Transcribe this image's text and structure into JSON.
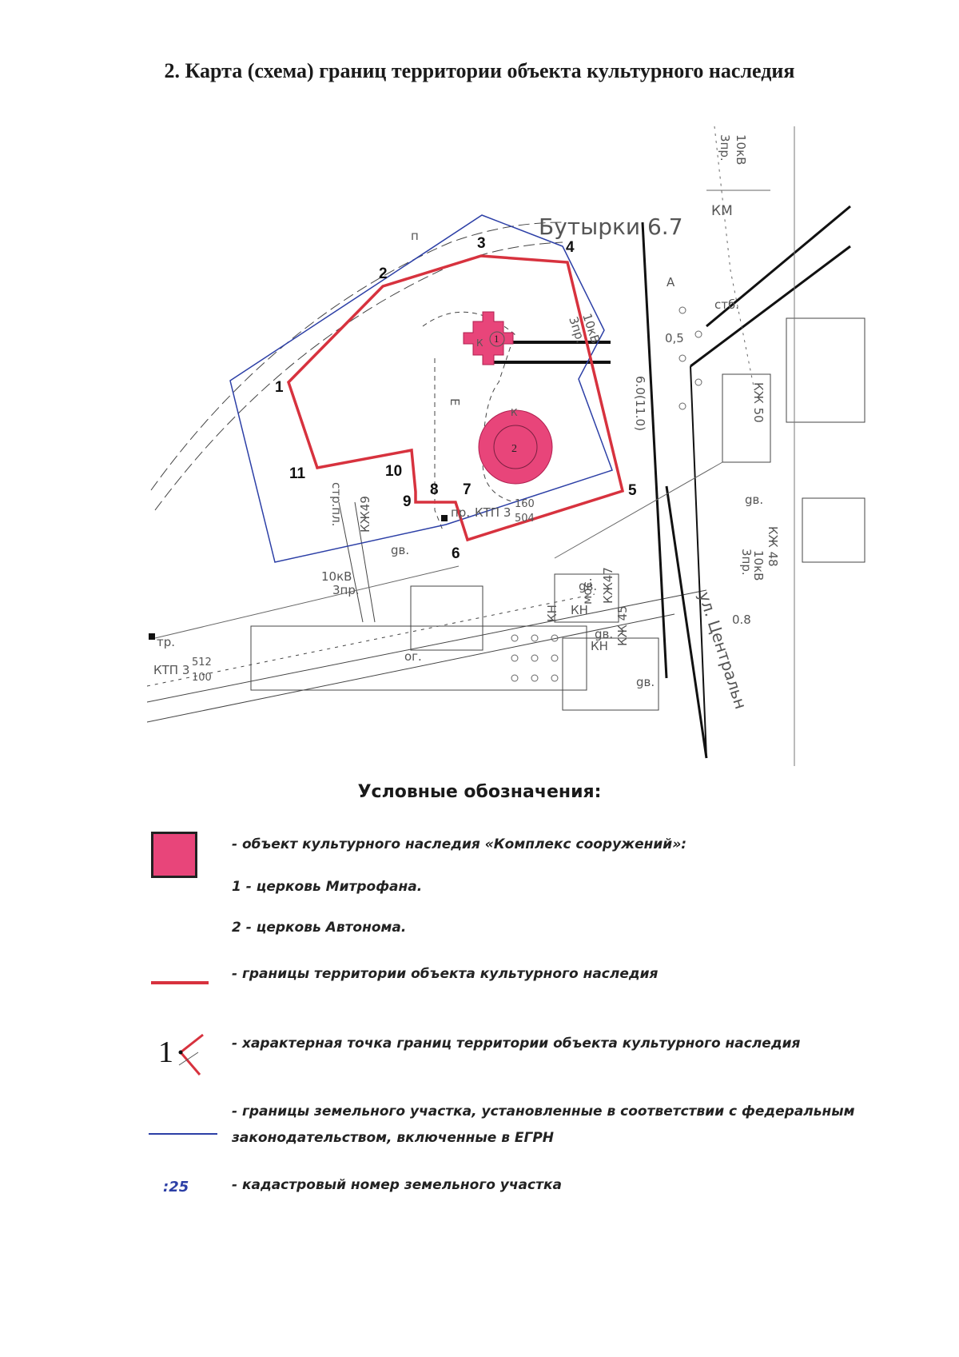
{
  "title": "2.  Карта (схема) границ территории объекта культурного наследия",
  "map": {
    "street_top": "Бутырки 6.7",
    "street_right": "ул. Центральн",
    "boundary_points": [
      "1",
      "2",
      "3",
      "4",
      "5",
      "6",
      "7",
      "8",
      "9",
      "10",
      "11"
    ],
    "monuments": [
      "1",
      "2"
    ],
    "labels": {
      "kv10_a": "10кВ",
      "pr3_a": "3пр.",
      "km": "КМ",
      "stb": "стб.",
      "a": "А",
      "kv10_b": "10кВ",
      "pr3_b": "3пр.",
      "v60": "6.0(11.0)",
      "kzh50": "КЖ 50",
      "kzh49": "КЖ49",
      "kzh48": "КЖ 48",
      "kzh47": "КЖ47",
      "kzh45": "КЖ 45",
      "kn1": "КН",
      "kn2": "КН",
      "kn3": "КН",
      "str_pl": "стр.пл.",
      "ktp_center": "КТП 3",
      "ktp_center_top": "160",
      "ktp_center_bot": "504",
      "pr_center": "пр.",
      "ktp_left": "КТП 3",
      "ktp_left_top": "512",
      "ktp_left_bot": "100",
      "tr_left": "тр.",
      "kv10_c": "10кВ",
      "pr3_c": "3пр.",
      "kv10_d": "10кВ",
      "pr3_d": "3пр.",
      "og": "ог.",
      "gv1": "gв.",
      "gv2": "gв.",
      "gv3": "gв.",
      "gv4": "gв.",
      "gv5": "gв.",
      "mos": "мос.",
      "v05": "0,5",
      "v08": "0.8",
      "n": "п",
      "e_letter": "Е",
      "k1": "К",
      "k2": "К"
    }
  },
  "legend": {
    "title": "Условные обозначения:",
    "items": {
      "monument_complex": "- объект культурного наследия «Комплекс сооружений»:",
      "church1": "1 - церковь Митрофана.",
      "church2": "2 - церковь Автонома.",
      "boundary": "- границы территории объекта культурного наследия",
      "point_symbol_num": "1",
      "point": "- характерная точка границ территории объекта культурного наследия",
      "parcel_line1": "- границы земельного участка, установленные в соответствии с федеральным",
      "parcel_line2": "законодательством, включенные в ЕГРН",
      "cadastral_code": ":25",
      "cadastral": "- кадастровый номер земельного участка"
    }
  },
  "colors": {
    "monument_fill": "#e8457a",
    "boundary_red": "#d7323e",
    "parcel_blue": "#2c3fa6"
  }
}
